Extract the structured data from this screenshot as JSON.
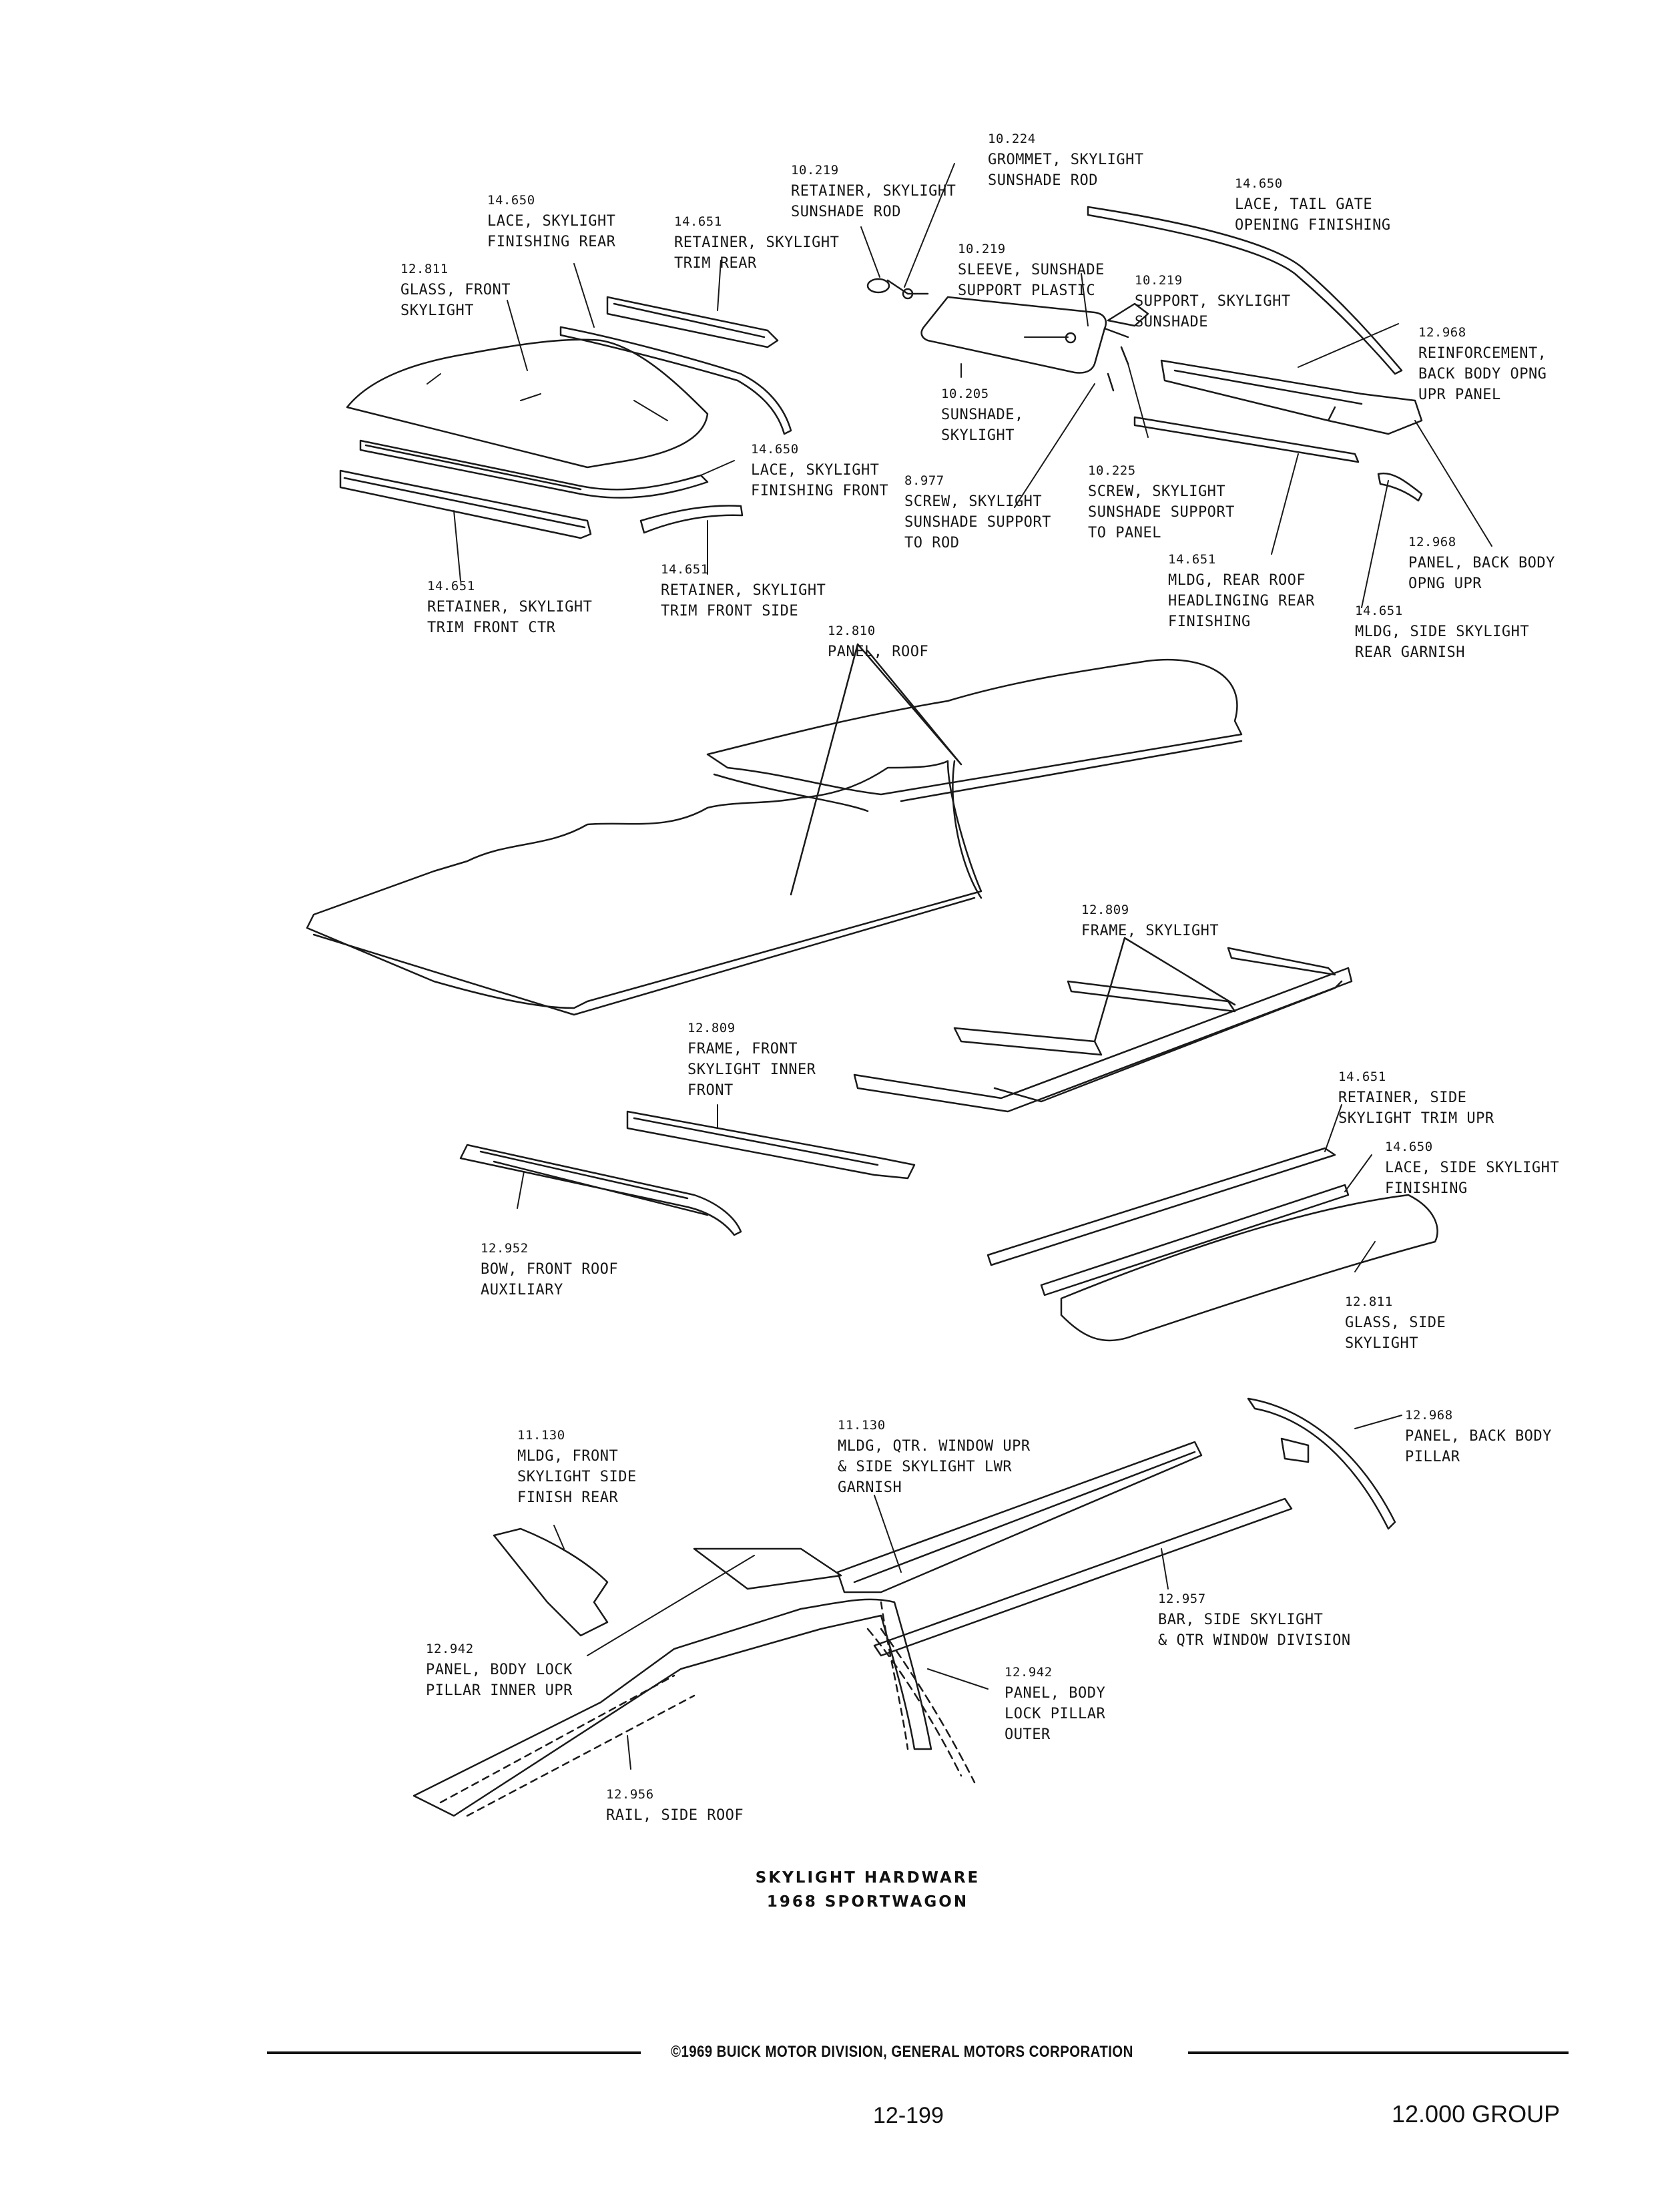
{
  "labels": [
    {
      "id": "l1",
      "number": "10.224",
      "lines": [
        "GROMMET, SKYLIGHT",
        "SUNSHADE ROD"
      ]
    },
    {
      "id": "l2",
      "number": "10.219",
      "lines": [
        "RETAINER, SKYLIGHT",
        "SUNSHADE ROD"
      ]
    },
    {
      "id": "l3",
      "number": "14.650",
      "lines": [
        "LACE, TAIL GATE",
        "OPENING FINISHING"
      ]
    },
    {
      "id": "l4",
      "number": "14.650",
      "lines": [
        "LACE, SKYLIGHT",
        "FINISHING REAR"
      ]
    },
    {
      "id": "l5",
      "number": "14.651",
      "lines": [
        "RETAINER, SKYLIGHT",
        "TRIM REAR"
      ]
    },
    {
      "id": "l6",
      "number": "10.219",
      "lines": [
        "SLEEVE, SUNSHADE",
        "SUPPORT PLASTIC"
      ]
    },
    {
      "id": "l7",
      "number": "12.811",
      "lines": [
        "GLASS, FRONT",
        "SKYLIGHT"
      ]
    },
    {
      "id": "l8",
      "number": "10.219",
      "lines": [
        "SUPPORT, SKYLIGHT",
        "SUNSHADE"
      ]
    },
    {
      "id": "l9",
      "number": "12.968",
      "lines": [
        "REINFORCEMENT,",
        "BACK BODY OPNG",
        "UPR PANEL"
      ]
    },
    {
      "id": "l10",
      "number": "10.205",
      "lines": [
        "SUNSHADE,",
        "SKYLIGHT"
      ]
    },
    {
      "id": "l11",
      "number": "14.650",
      "lines": [
        "LACE, SKYLIGHT",
        "FINISHING FRONT"
      ]
    },
    {
      "id": "l12",
      "number": "8.977",
      "lines": [
        "SCREW, SKYLIGHT",
        "SUNSHADE SUPPORT",
        "TO ROD"
      ]
    },
    {
      "id": "l13",
      "number": "10.225",
      "lines": [
        "SCREW, SKYLIGHT",
        "SUNSHADE SUPPORT",
        "TO PANEL"
      ]
    },
    {
      "id": "l14",
      "number": "12.968",
      "lines": [
        "PANEL, BACK BODY",
        "OPNG UPR"
      ]
    },
    {
      "id": "l15",
      "number": "14.651",
      "lines": [
        "MLDG, REAR ROOF",
        "HEADLINGING REAR",
        "FINISHING"
      ]
    },
    {
      "id": "l16",
      "number": "14.651",
      "lines": [
        "RETAINER, SKYLIGHT",
        "TRIM FRONT CTR"
      ]
    },
    {
      "id": "l17",
      "number": "14.651",
      "lines": [
        "RETAINER, SKYLIGHT",
        "TRIM FRONT SIDE"
      ]
    },
    {
      "id": "l18",
      "number": "14.651",
      "lines": [
        "MLDG, SIDE SKYLIGHT",
        "REAR GARNISH"
      ]
    },
    {
      "id": "l19",
      "number": "12.810",
      "lines": [
        "PANEL, ROOF"
      ]
    },
    {
      "id": "l20",
      "number": "12.809",
      "lines": [
        "FRAME, SKYLIGHT"
      ]
    },
    {
      "id": "l21",
      "number": "12.809",
      "lines": [
        "FRAME, FRONT",
        "SKYLIGHT INNER",
        "FRONT"
      ]
    },
    {
      "id": "l22",
      "number": "14.651",
      "lines": [
        "RETAINER, SIDE",
        "SKYLIGHT TRIM UPR"
      ]
    },
    {
      "id": "l23",
      "number": "14.650",
      "lines": [
        "LACE, SIDE SKYLIGHT",
        "FINISHING"
      ]
    },
    {
      "id": "l24",
      "number": "12.952",
      "lines": [
        "BOW, FRONT ROOF",
        "AUXILIARY"
      ]
    },
    {
      "id": "l25",
      "number": "12.811",
      "lines": [
        "GLASS, SIDE",
        "SKYLIGHT"
      ]
    },
    {
      "id": "l26",
      "number": "12.968",
      "lines": [
        "PANEL, BACK BODY",
        "PILLAR"
      ]
    },
    {
      "id": "l27",
      "number": "11.130",
      "lines": [
        "MLDG, QTR. WINDOW UPR",
        "& SIDE SKYLIGHT LWR",
        "GARNISH"
      ]
    },
    {
      "id": "l28",
      "number": "11.130",
      "lines": [
        "MLDG, FRONT",
        "SKYLIGHT SIDE",
        "FINISH REAR"
      ]
    },
    {
      "id": "l29",
      "number": "12.957",
      "lines": [
        "BAR, SIDE SKYLIGHT",
        "& QTR WINDOW DIVISION"
      ]
    },
    {
      "id": "l30",
      "number": "12.942",
      "lines": [
        "PANEL, BODY LOCK",
        "PILLAR INNER UPR"
      ]
    },
    {
      "id": "l31",
      "number": "12.942",
      "lines": [
        "PANEL, BODY",
        "LOCK PILLAR",
        "OUTER"
      ]
    },
    {
      "id": "l32",
      "number": "12.956",
      "lines": [
        "RAIL, SIDE ROOF"
      ]
    }
  ],
  "caption": {
    "line1": "SKYLIGHT HARDWARE",
    "line2": "1968 SPORTWAGON"
  },
  "footer": {
    "copyright": "©1969 BUICK MOTOR DIVISION, GENERAL MOTORS CORPORATION",
    "page_number": "12-199",
    "group": "12.000 GROUP"
  }
}
